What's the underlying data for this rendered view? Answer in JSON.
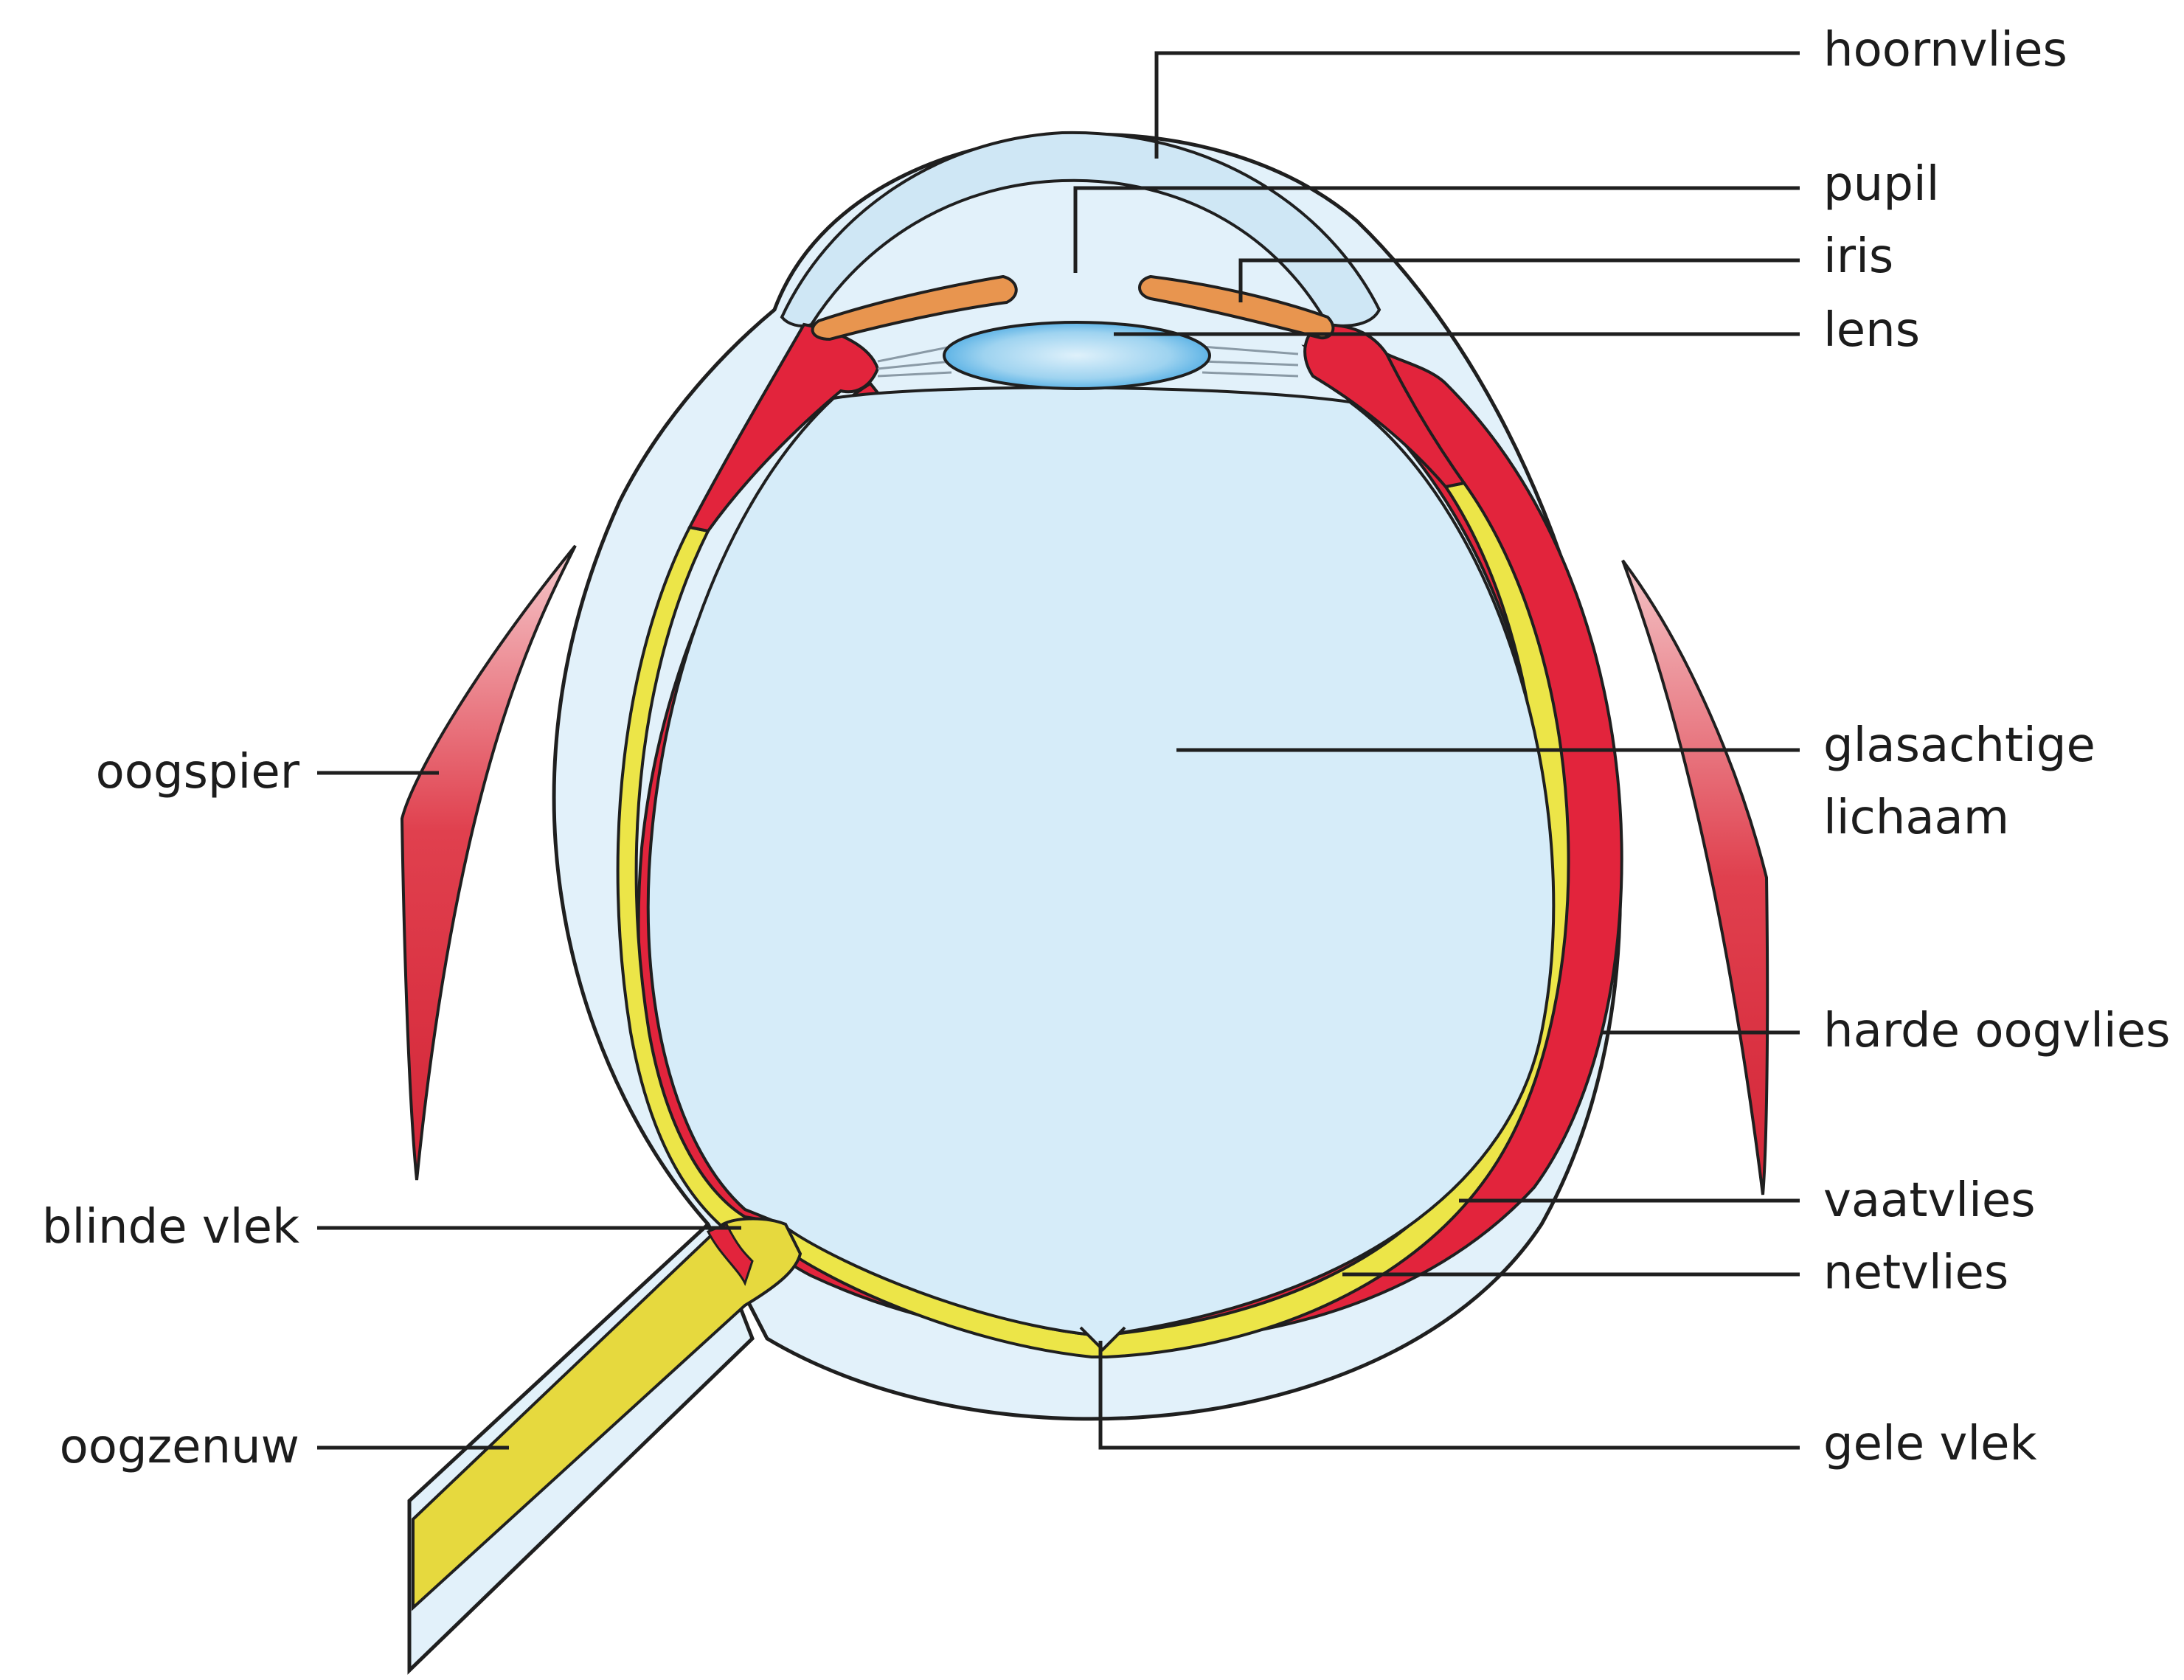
{
  "labels": {
    "hoornvlies": "hoornvlies",
    "pupil": "pupil",
    "iris": "iris",
    "lens": "lens",
    "glasachtige_line1": "glasachtige",
    "glasachtige_line2": "lichaam",
    "harde_oogvlies": "harde oogvlies",
    "vaatvlies": "vaatvlies",
    "netvlies": "netvlies",
    "gele_vlek": "gele vlek",
    "oogspier": "oogspier",
    "blinde_vlek": "blinde vlek",
    "oogzenuw": "oogzenuw"
  },
  "colors": {
    "vitreous": "#d6ecf9",
    "sclera": "#e2f1fa",
    "choroid": "#e2243c",
    "retina": "#ece548",
    "iris": "#e8954f",
    "lens": "#79c3ec",
    "muscle": "#e0404e",
    "nerve": "#e6d93e",
    "outline": "#1f1f1f"
  }
}
